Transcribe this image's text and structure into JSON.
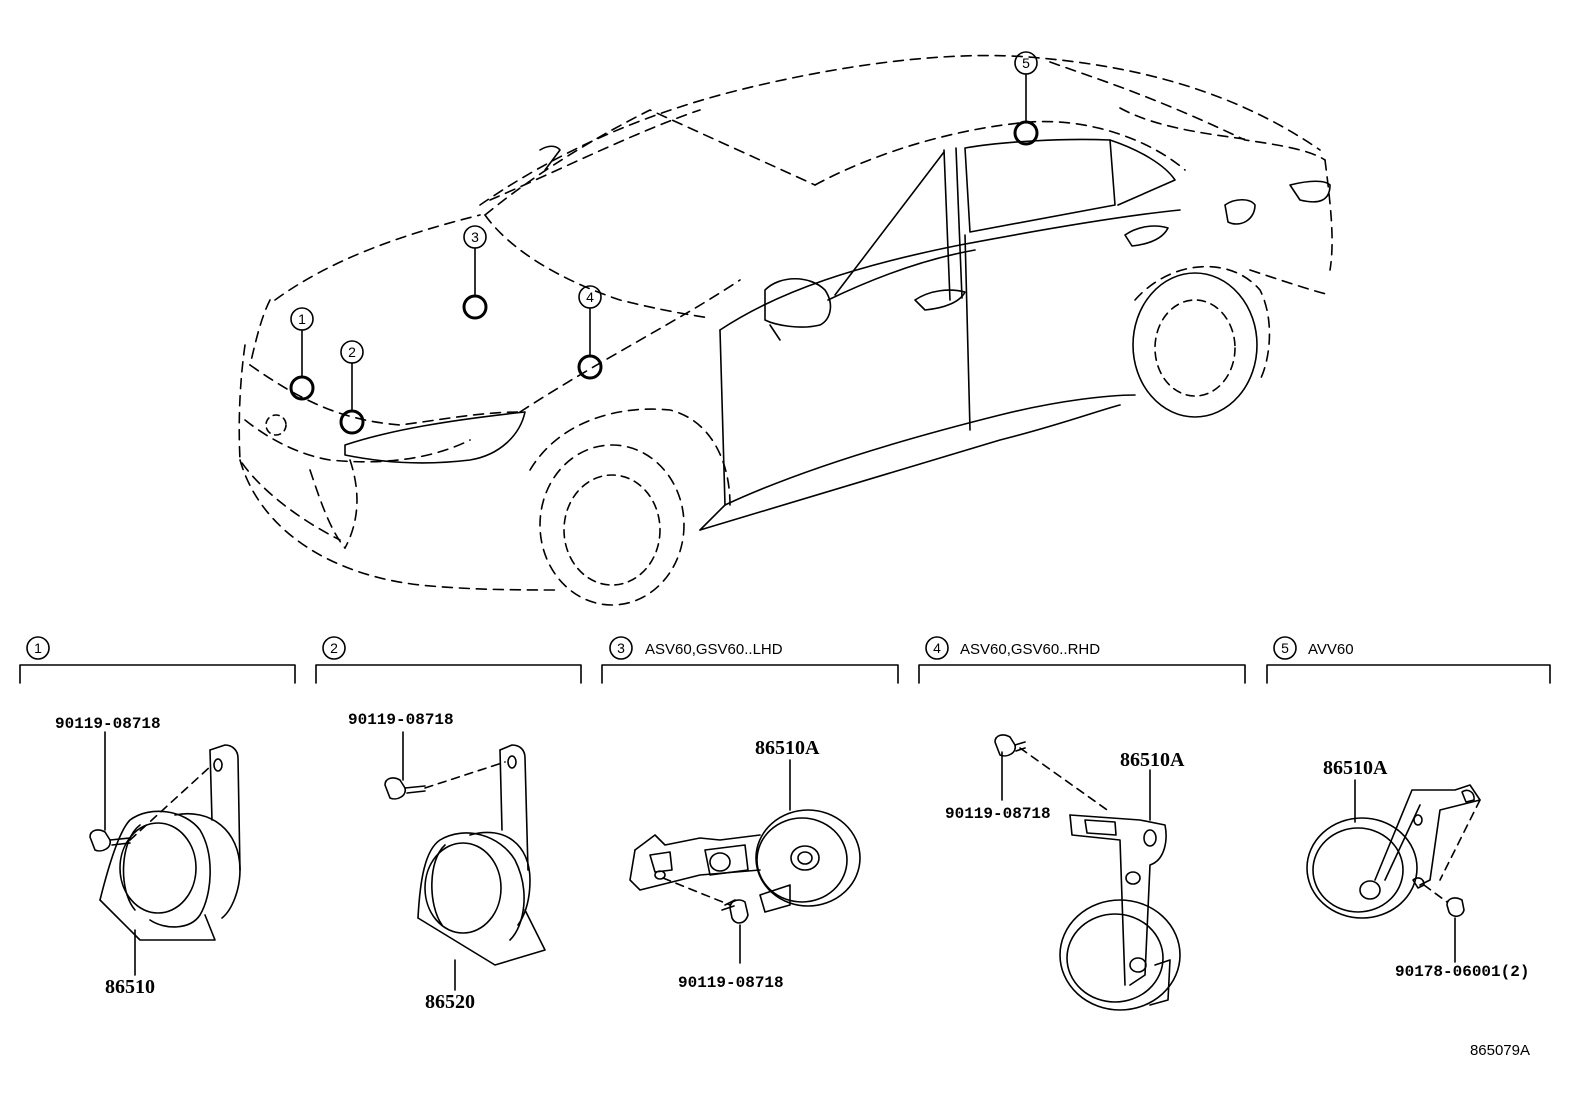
{
  "diagram": {
    "callouts": [
      "1",
      "2",
      "3",
      "4",
      "5"
    ],
    "sections": [
      {
        "number": "1",
        "label": ""
      },
      {
        "number": "2",
        "label": ""
      },
      {
        "number": "3",
        "label": "ASV60,GSV60..LHD"
      },
      {
        "number": "4",
        "label": "ASV60,GSV60..RHD"
      },
      {
        "number": "5",
        "label": "AVV60"
      }
    ],
    "parts": {
      "s1_bolt": "90119-08718",
      "s1_horn": "86510",
      "s2_bolt": "90119-08718",
      "s2_horn": "86520",
      "s3_horn": "86510A",
      "s3_bolt": "90119-08718",
      "s4_horn": "86510A",
      "s4_bolt": "90119-08718",
      "s5_horn": "86510A",
      "s5_nut": "90178-06001(2)"
    },
    "drawing_code": "865079A"
  }
}
